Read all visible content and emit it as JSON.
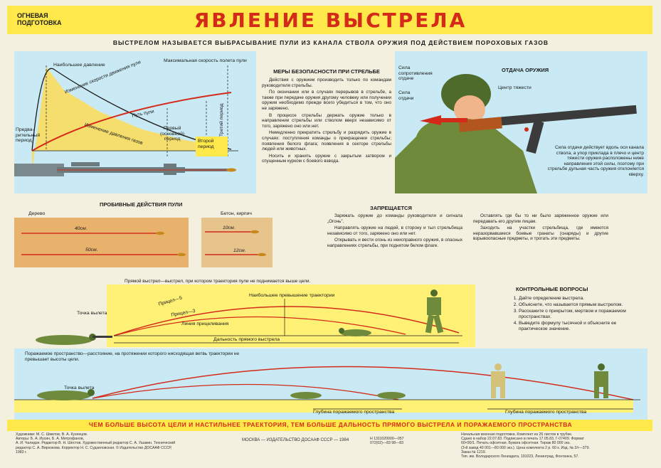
{
  "header": {
    "course": "Огневая\nподготовка",
    "title": "ЯВЛЕНИЕ ВЫСТРЕЛА",
    "definition": "Выстрелом называется выбрасывание пули из канала ствола оружия под действием пороховых газов"
  },
  "pressure_diagram": {
    "max_velocity": "Максимальная скорость полета пули",
    "max_pressure": "Наибольшее давление",
    "velocity_change": "Изменение скорости движения пули",
    "pressure_change": "Изменение давления газов",
    "bullet_path": "Путь пули",
    "preliminary_period": "Предва-\nрительный\nпериод",
    "first_period": "Первый\n(основной)\nпериод",
    "second_period": "Второй\nпериод",
    "third_period": "Третий период"
  },
  "safety": {
    "heading": "Меры безопасности при стрельбе",
    "paragraphs": [
      "Действия с оружием производить только по командам руководителя стрельбы.",
      "По окончании или в случаях перерывов в стрельбе, а также при передаче оружия другому человеку или получении оружия необходимо прежде всего убедиться в том, что оно не заряжено.",
      "В процессе стрельбы держать оружие только в направлении стрельбы или стволом вверх независимо от того, заряжено оно или нет.",
      "Немедленно прекратить стрельбу и разрядить оружие в случаях: поступления команды о прекращении стрельбы; появления белого флага; появления в секторе стрельбы людей или животных.",
      "Носить и хранить оружие с закрытым затвором и спущенным курком с боевого взвода."
    ]
  },
  "recoil": {
    "heading": "Отдача оружия",
    "resistance_force": "Сила\nсопротивления\nотдаче",
    "recoil_force": "Сила\nотдачи",
    "center_of_gravity": "Центр тяжести",
    "description": "Сила отдачи действует вдоль оси канала ствола, а упор приклада в плечо и центр тяжести оружия расположены ниже направления этой силы, поэтому при стрельбе дульная часть оружия отклоняется кверху."
  },
  "penetration": {
    "heading": "Пробивные действия пули",
    "wood_label": "Дерево",
    "concrete_label": "Бетон, кирпич",
    "wood_depths": [
      "40см.",
      "50см."
    ],
    "concrete_depths": [
      "10см.",
      "12см."
    ]
  },
  "prohibited": {
    "heading": "Запрещается",
    "left": [
      "Заряжать оружие до команды руководителя и сигнала „Огонь\".",
      "Направлять оружие на людей, в сторону и тыл стрельбища независимо от того, заряжено оно или нет.",
      "Открывать и вести огонь из неисправного оружия, в опасных направлениях стрельбы, при поднятом белом флаге."
    ],
    "right": [
      "Оставлять где бы то ни было заряженное оружие или передавать его другим лицам.",
      "Заходить на участки стрельбища, где имеются неразорвавшиеся боевые гранаты (снаряды) и другие взрывоопасные предметы, и трогать эти предметы."
    ]
  },
  "direct_shot": {
    "definition": "Прямой выстрел—выстрел, при котором траектория пули не поднимается выше цели.",
    "max_excess": "Наибольшее превышение траектории",
    "departure_point": "Точка вылета",
    "sight5": "Прицел—5",
    "sight3": "Прицел—3",
    "aim_line": "Линия прицеливания",
    "range": "Дальность прямого выстрела"
  },
  "control_questions": {
    "heading": "Контрольные вопросы",
    "items": [
      "Дайте определение выстрела.",
      "Объясните, что называется прямым выстрелом.",
      "Расскажите о прикрытом, мертвом и поражаемом пространствах.",
      "Выведите формулу тысячной и объясните ее практическое значение."
    ]
  },
  "affected_space": {
    "definition": "Поражаемое пространство—расстояние, на протяжении которого нисходящая ветвь траектории не превышает высоты цели.",
    "departure_point": "Точка вылета",
    "depth_label_1": "Глубина поражаемого пространства",
    "depth_label_2": "Глубина поражаемого пространства"
  },
  "conclusion": "Чем больше высота цели и настильнее траектория, тем больше дальность прямого выстрела и поражаемого пространства",
  "imprint": {
    "authors": "Художники: М. С. Шмитов, В. А. Кузнецов.\nАвторы: Б. А. Иусин, Б. А. Митрофанов,\nА. И. Чалидзе. Редактор В. Н. Шестов. Художественный редактор С. А. Ушакин. Технический\nредактор С. А. Вирхокова. Корректор Н. С. Судзиловская. © Издательство ДОСААФ СССР, 1983 г.",
    "publisher": "МОСКВА — ИЗДАТЕЛЬСТВО ДОСААФ СССР — 1984",
    "codes": "Н 1311020000—057\n072(02)—83       98—83",
    "print_info": "Начальная военная подготовка. Комплект из 26 листов в трубке.\nСдано в набор 22.07.83. Подписано в печать 17.05.83. Г-07409. Формат\n60×90/1. Печать офсетная. Бумага офсетная. Тираж 80 000 экз.\n(3-й завод 40 001—80 000 экз.). Цена комплекта 2 р. 60 к. Изд. № 2/г—379.\nЗаказ № 1219.\nТип. им. Володарского Лениздата, 191023, Ленинград, Фонтанка, 57."
  },
  "colors": {
    "accent_red": "#d42a1a",
    "yellow": "#ffe84a",
    "light_blue": "#c9eaf4"
  }
}
